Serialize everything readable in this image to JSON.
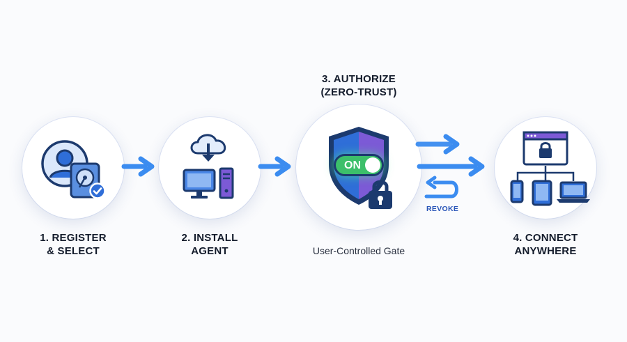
{
  "steps": [
    {
      "label": "1. REGISTER\n& SELECT"
    },
    {
      "label": "2. INSTALL\nAGENT"
    },
    {
      "label": "3. AUTHORIZE\n(ZERO-TRUST)"
    },
    {
      "label": "4. CONNECT\nANYWHERE"
    }
  ],
  "toggle_text": "ON",
  "revoke_text": "REVOKE",
  "gate_caption": "User-Controlled Gate",
  "colors": {
    "arrow": "#3b8cf0",
    "navy": "#1c3a6e",
    "shield_blue": "#2f6ed8",
    "shield_purple": "#7c5ad6",
    "toggle_green": "#3cbf6a"
  },
  "icons": [
    "user-icon",
    "hard-drive-icon",
    "checkmark-icon",
    "cloud-download-icon",
    "desktop-computer-icon",
    "tower-case-icon",
    "shield-icon",
    "toggle-icon",
    "padlock-icon",
    "browser-lock-icon",
    "phone-icon",
    "tablet-icon",
    "laptop-icon"
  ]
}
